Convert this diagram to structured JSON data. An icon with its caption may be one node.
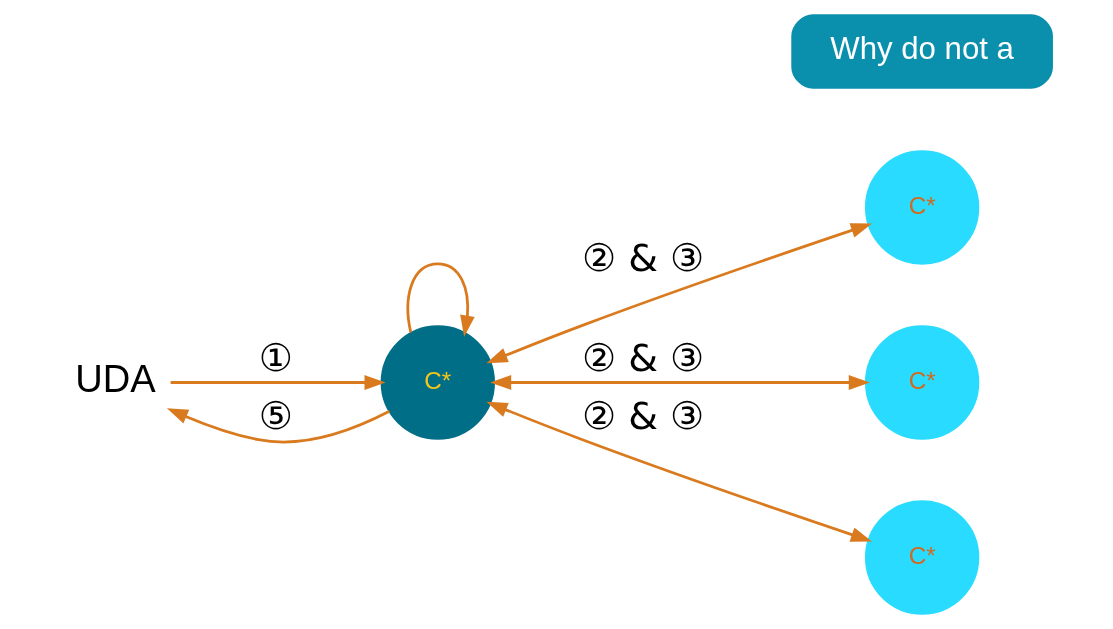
{
  "diagram": {
    "nodes": [
      {
        "text": [
          "UDA"
        ]
      },
      {
        "text": [
          "C*"
        ]
      },
      {
        "text": [
          "C*"
        ]
      },
      {
        "text": [
          "C*"
        ]
      },
      {
        "text": [
          "C*"
        ]
      },
      {
        "text": [
          "Why do not a"
        ]
      }
    ],
    "edges": [
      {
        "from": 0,
        "to": 1,
        "arrow": "to",
        "label": "①"
      },
      {
        "from": 1,
        "to": 0,
        "arrow": "to",
        "label": "⑤"
      },
      {
        "from": 1,
        "to": 1,
        "arrow": "to"
      },
      {
        "from": 1,
        "to": 2,
        "arrow": "both",
        "label": "② & ③"
      },
      {
        "from": 1,
        "to": 3,
        "arrow": "both",
        "label": "② & ③"
      },
      {
        "from": 1,
        "to": 4,
        "arrow": "both",
        "label": "② & ③"
      }
    ]
  }
}
